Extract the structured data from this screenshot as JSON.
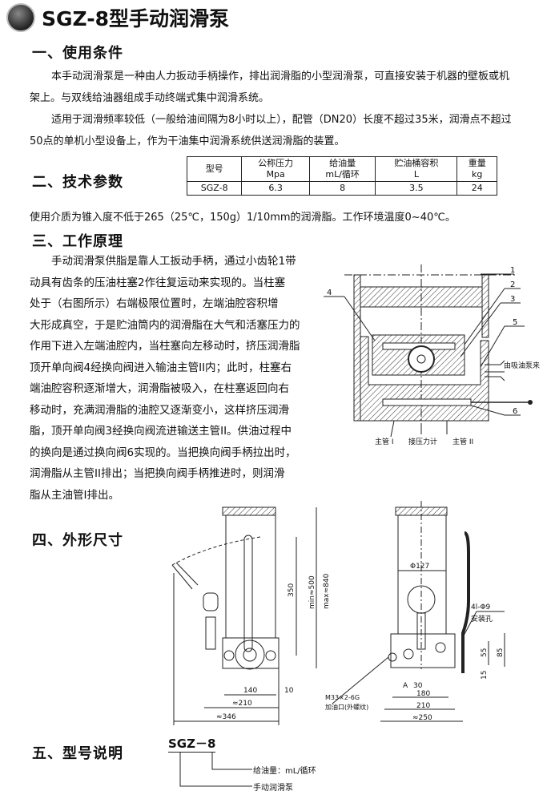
{
  "title": "SGZ-8型手动润滑泵",
  "s1": {
    "heading": "一、使用条件",
    "lines": [
      "本手动润滑泵是一种由人力扳动手柄操作，排出润滑脂的小型润滑泵，可直接安装于机器的壁板或机",
      "架上。与双线给油器组成手动终端式集中润滑系统。",
      "适用于润滑频率较低（一般给油间隔为8小时以上），配管（DN20）长度不超过35米，润滑点不超过",
      "50点的单机小型设备上，作为干油集中润滑系统供送润滑脂的装置。"
    ]
  },
  "s2": {
    "heading": "二、技术参数",
    "table": {
      "headers": [
        [
          "型号",
          ""
        ],
        [
          "公称压力",
          "Mpa"
        ],
        [
          "给油量",
          "mL/循环"
        ],
        [
          "贮油桶容积",
          "L"
        ],
        [
          "重量",
          "kg"
        ]
      ],
      "row": [
        "SGZ-8",
        "6.3",
        "8",
        "3.5",
        "24"
      ]
    },
    "note": "使用介质为锥入度不低于265（25℃，150g）1/10mm的润滑脂。工作环境温度0~40℃。"
  },
  "s3": {
    "heading": "三、工作原理",
    "lines": [
      "手动润滑泵供脂是靠人工扳动手柄，通过小齿轮1带",
      "动具有齿条的压油柱塞2作往复运动来实现的。当柱塞",
      "处于（右图所示）右端极限位置时，左端油腔容积增",
      "大形成真空，于是贮油筒内的润滑脂在大气和活塞压力的",
      "作用下进入左端油腔内，当柱塞向左移动时，挤压润滑脂",
      "顶开单向阀4经换向阀进入输油主管II内；此时，柱塞右",
      "端油腔容积逐渐增大，润滑脂被吸入，在柱塞返回向右",
      "移动时，充满润滑脂的油腔又逐渐变小，这样挤压润滑",
      "脂，顶开单向阀3经换向阀流进输送主管II。供油过程中",
      "的换向是通过换向阀6实现的。当把换向阀手柄拉出时，",
      "润滑脂从主管II排出；当把换向阀手柄推进时，则润滑",
      "脂从主油管I排出。"
    ],
    "diagram": {
      "callouts": [
        "1",
        "2",
        "3",
        "4",
        "5",
        "6"
      ],
      "inlet": "由吸油泵来",
      "pipe1": "主管 I",
      "gauge": "接压力计",
      "pipe2": "主管 II"
    }
  },
  "s4": {
    "heading": "四、外形尺寸",
    "left": {
      "d350": "350",
      "dmin": "min≈500",
      "dmax": "max≈840",
      "d140": "140",
      "d10": "10",
      "d210": "≈210",
      "d346": "≈346"
    },
    "right": {
      "dia": "Φ127",
      "holes": "4l-Φ9",
      "holes_label": "安装孔",
      "d55": "55",
      "d85": "85",
      "d15": "15",
      "a": "A",
      "d30": "30",
      "d180": "180",
      "d210": "210",
      "d250": "≈250",
      "thread": "M33×2-6G",
      "thread_label": "加油口(外螺纹)"
    }
  },
  "s5": {
    "heading": "五、型号说明",
    "code": "SGZ－8",
    "desc1": "给油量：mL/循环",
    "desc2": "手动润滑泵"
  }
}
